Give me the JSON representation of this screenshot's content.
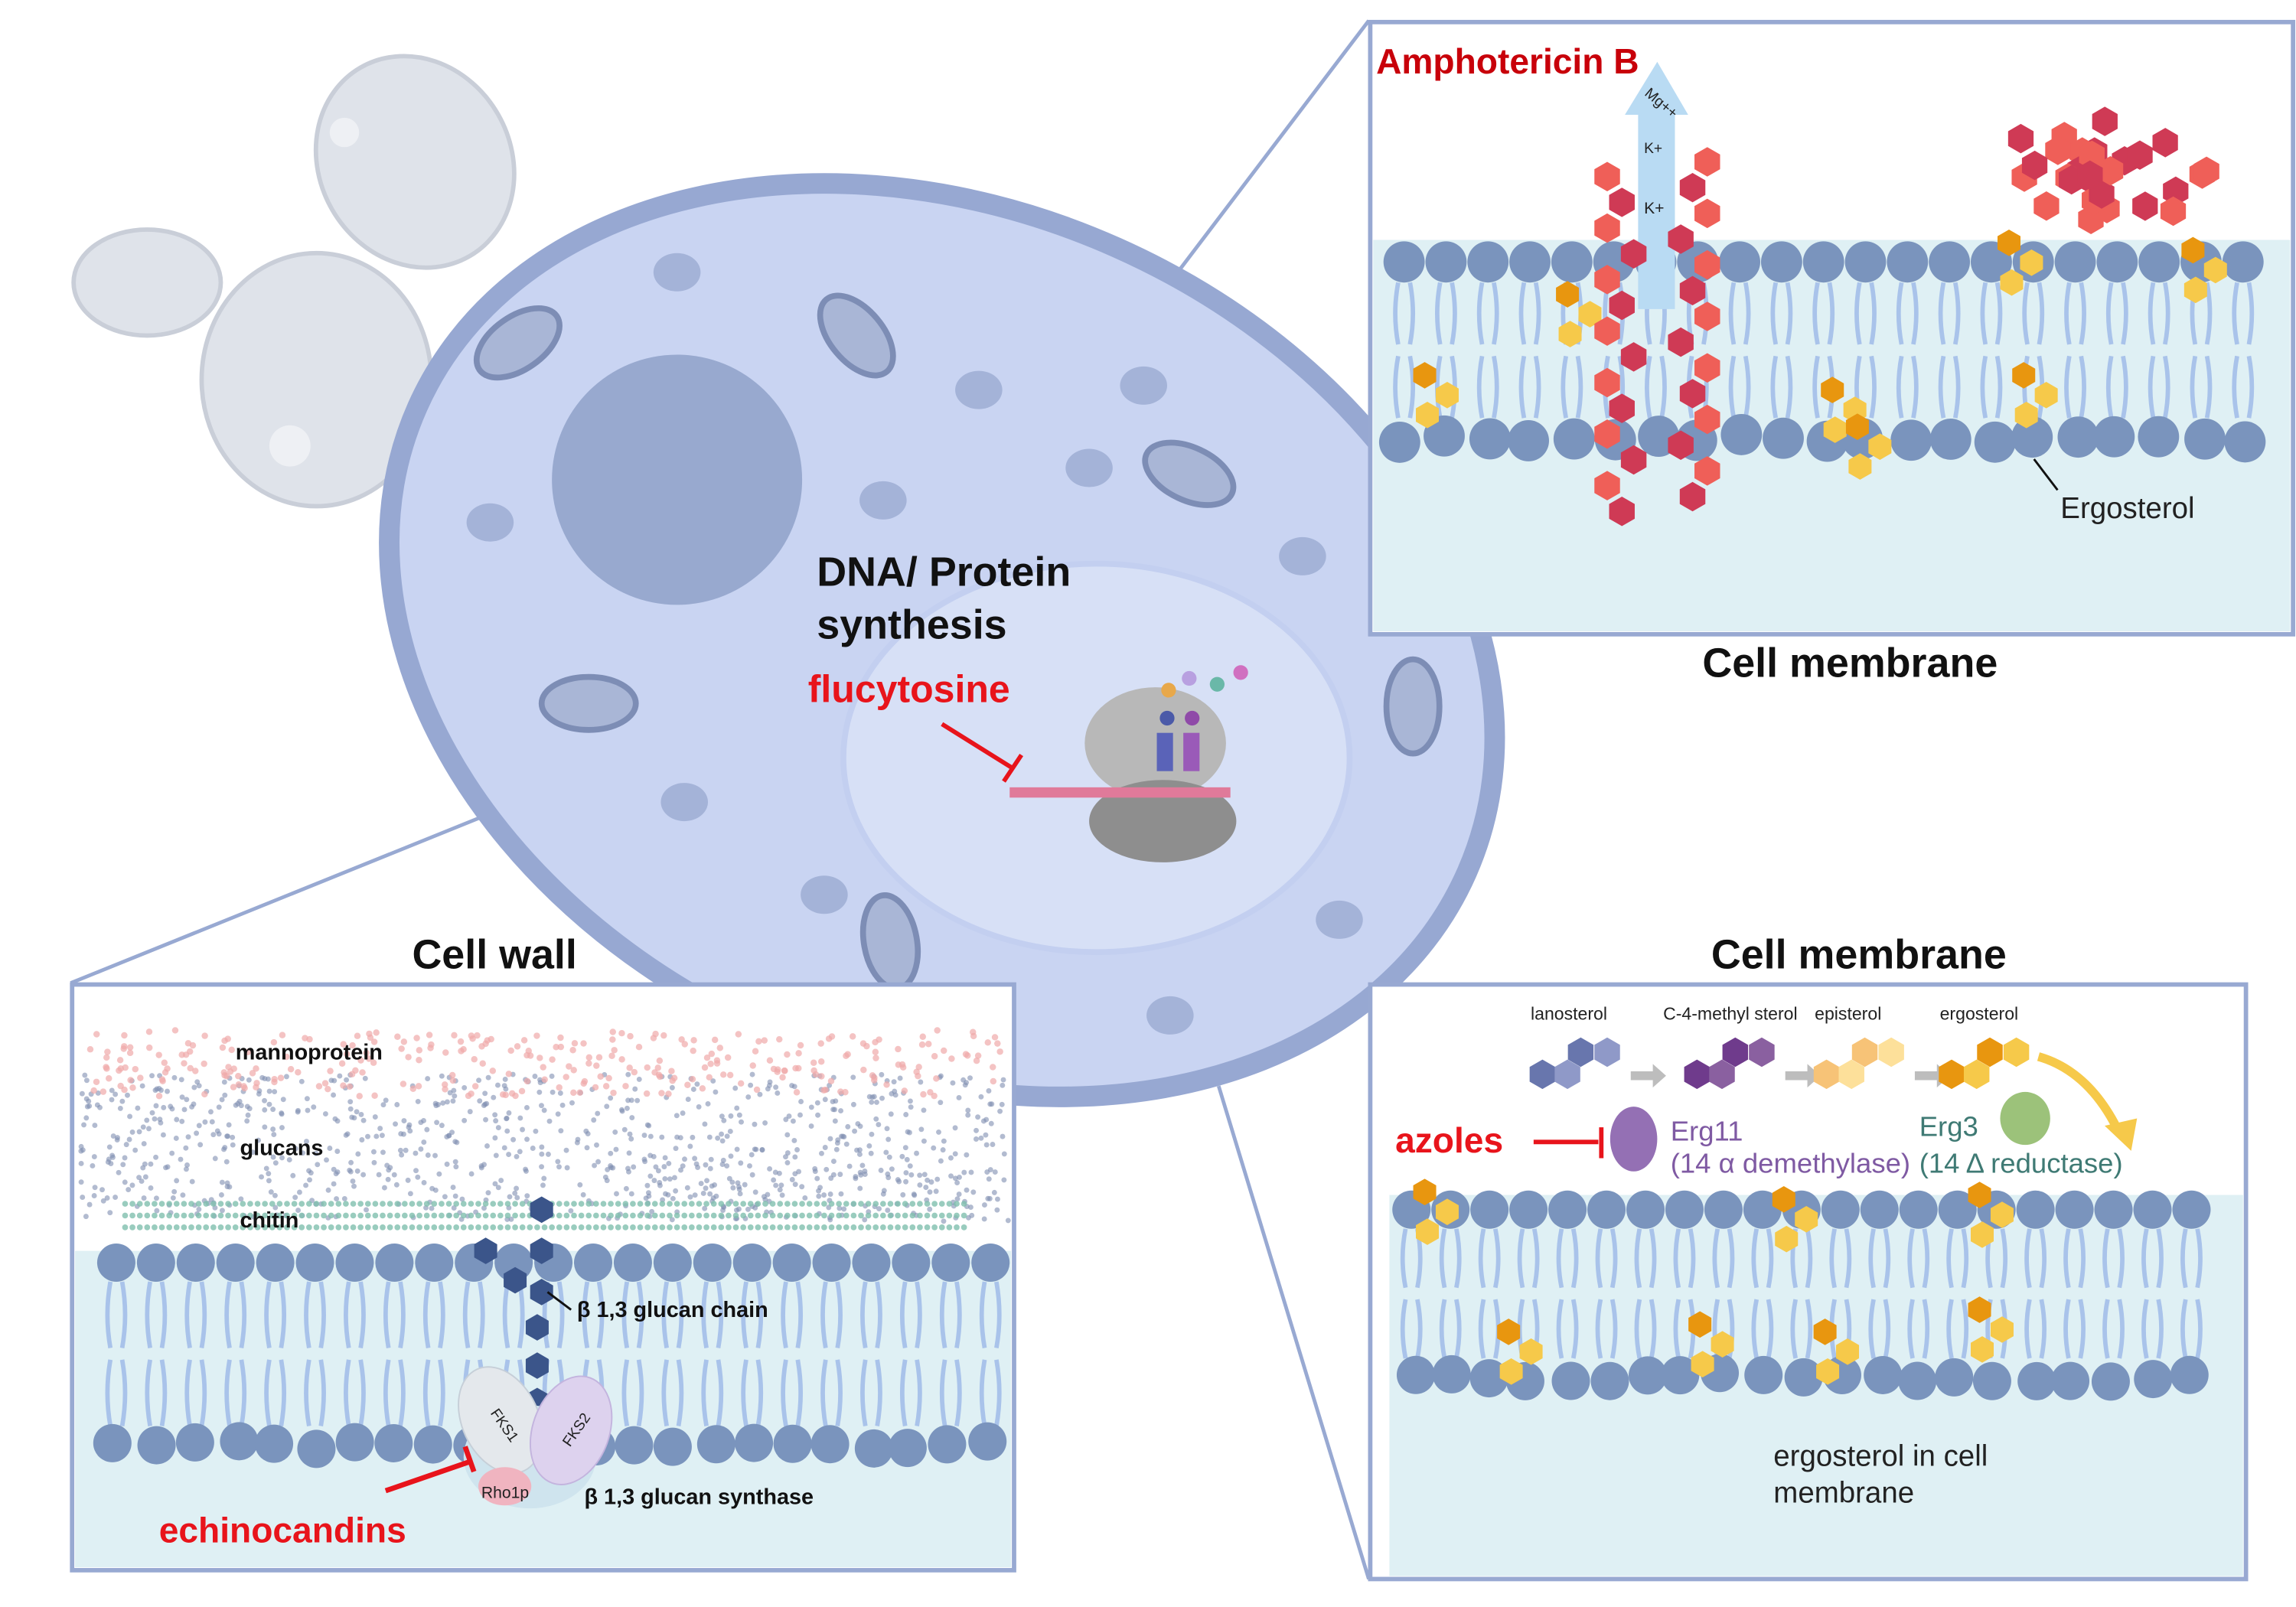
{
  "colors": {
    "cell_fill": "#c9d4f2",
    "cell_stroke": "#97a8d2",
    "nucleus": "#98a9cf",
    "lipid_head": "#7a94bd",
    "lipid_tail": "#a9c3ea",
    "membrane_bg": "#dff0f4",
    "panel_border": "#98a9d2",
    "inhibitor_red": "#e8141b",
    "amphotericin_red": "#c8000a",
    "ergosterol_orange": "#e8960f",
    "ergosterol_yellow": "#f6c94a",
    "erg11_purple": "#7f5aa3",
    "erg3_teal": "#3f7a74"
  },
  "center": {
    "dna_line1": "DNA/ Protein",
    "dna_line2": "synthesis",
    "flucytosine": "flucytosine"
  },
  "top_right": {
    "drug": "Amphotericin B",
    "ions": [
      "Mg++",
      "K+",
      "K+"
    ],
    "ergosterol_label": "Ergosterol",
    "caption": "Cell membrane"
  },
  "cell_wall": {
    "caption": "Cell wall",
    "mannoprotein": "mannoprotein",
    "glucans": "glucans",
    "chitin": "chitin",
    "glucan_chain": "β 1,3 glucan chain",
    "fks1": "FKS1",
    "fks2": "FKS2",
    "rho1p": "Rho1p",
    "synthase": "β 1,3 glucan synthase",
    "drug": "echinocandins"
  },
  "bottom_right": {
    "caption": "Cell membrane",
    "pathway": [
      "lanosterol",
      "C-4-methyl sterol",
      "episterol",
      "ergosterol"
    ],
    "drug": "azoles",
    "erg11": "Erg11",
    "erg11_desc": "(14 α demethylase)",
    "erg3": "Erg3",
    "erg3_desc": "(14 Δ reductase)",
    "footer_line1": "ergosterol in cell",
    "footer_line2": "membrane"
  }
}
